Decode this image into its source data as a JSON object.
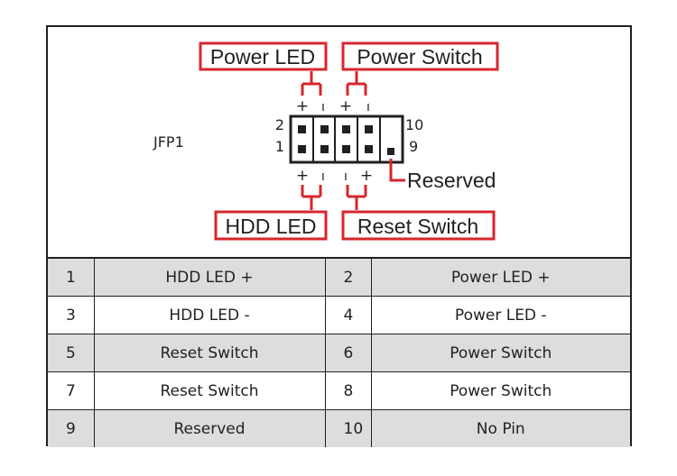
{
  "header": {
    "name": "JFP1"
  },
  "callouts": {
    "power_led": "Power LED",
    "power_switch": "Power Switch",
    "hdd_led": "HDD LED",
    "reset_switch": "Reset Switch",
    "reserved": "Reserved"
  },
  "pin_numbers": {
    "top_left": "2",
    "bottom_left": "1",
    "top_right": "10",
    "bottom_right": "9"
  },
  "polarity": {
    "plus": "+",
    "minus": "ı"
  },
  "colors": {
    "accent": "#d7262e",
    "shade": "#dcdddd",
    "ink": "#231f20"
  },
  "table": {
    "rows": [
      {
        "pin_a": "1",
        "signal_a": "HDD LED +",
        "pin_b": "2",
        "signal_b": "Power LED +"
      },
      {
        "pin_a": "3",
        "signal_a": "HDD LED -",
        "pin_b": "4",
        "signal_b": "Power LED -"
      },
      {
        "pin_a": "5",
        "signal_a": "Reset Switch",
        "pin_b": "6",
        "signal_b": "Power Switch"
      },
      {
        "pin_a": "7",
        "signal_a": "Reset Switch",
        "pin_b": "8",
        "signal_b": "Power Switch"
      },
      {
        "pin_a": "9",
        "signal_a": "Reserved",
        "pin_b": "10",
        "signal_b": "No Pin"
      }
    ]
  }
}
